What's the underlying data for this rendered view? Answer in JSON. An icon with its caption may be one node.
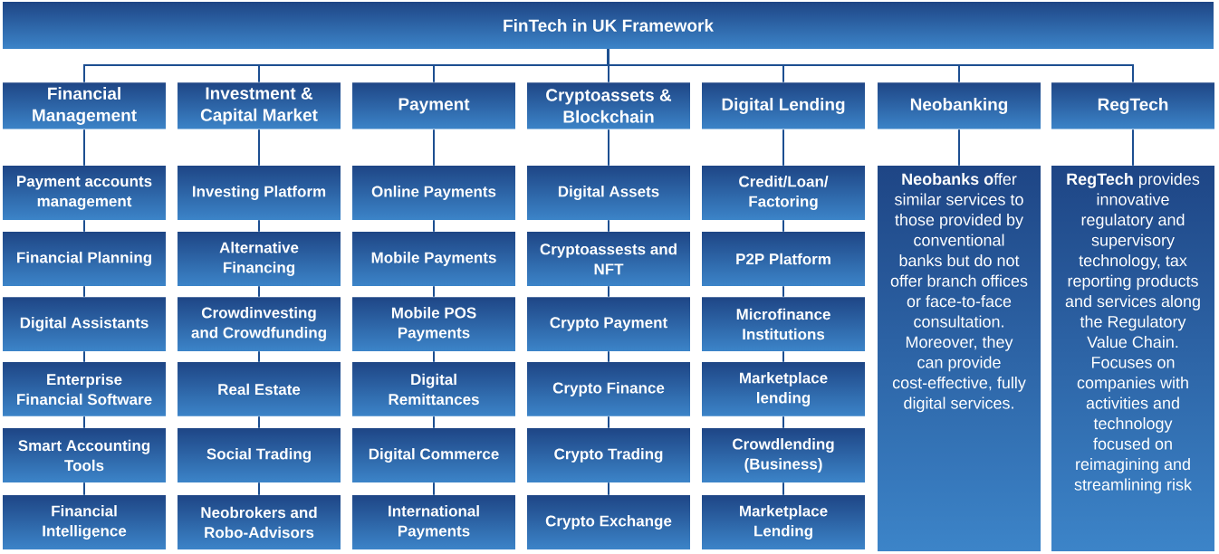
{
  "diagram": {
    "nodes": [
      {
        "text": [
          "FinTech in UK Framework"
        ]
      },
      {
        "text": [
          "Financial Management"
        ]
      },
      {
        "text": [
          "Investment & Capital Market"
        ]
      },
      {
        "text": [
          "Payment"
        ]
      },
      {
        "text": [
          "Cryptoassets & Blockchain"
        ]
      },
      {
        "text": [
          "Digital Lending"
        ]
      },
      {
        "text": [
          "Neobanking"
        ]
      },
      {
        "text": [
          "RegTech"
        ]
      },
      {
        "text": [
          "Payment accounts management"
        ]
      },
      {
        "text": [
          "Financial Planning"
        ]
      },
      {
        "text": [
          "Digital Assistants"
        ]
      },
      {
        "text": [
          "Enterprise Financial Software"
        ]
      },
      {
        "text": [
          "Smart Accounting Tools"
        ]
      },
      {
        "text": [
          "Financial Intelligence"
        ]
      },
      {
        "text": [
          "Investing Platform"
        ]
      },
      {
        "text": [
          "Alternative Financing"
        ]
      },
      {
        "text": [
          "Crowdinvesting and Crowdfunding"
        ]
      },
      {
        "text": [
          "Real Estate"
        ]
      },
      {
        "text": [
          "Social Trading"
        ]
      },
      {
        "text": [
          "Neobrokers and Robo-Advisors"
        ]
      },
      {
        "text": [
          "Online Payments"
        ]
      },
      {
        "text": [
          "Mobile Payments"
        ]
      },
      {
        "text": [
          "Mobile POS Payments"
        ]
      },
      {
        "text": [
          "Digital Remittances"
        ]
      },
      {
        "text": [
          "Digital Commerce"
        ]
      },
      {
        "text": [
          "International Payments"
        ]
      },
      {
        "text": [
          "Digital Assets"
        ]
      },
      {
        "text": [
          "Cryptoassests and NFT"
        ]
      },
      {
        "text": [
          "Crypto Payment"
        ]
      },
      {
        "text": [
          "Crypto Finance"
        ]
      },
      {
        "text": [
          "Crypto Trading"
        ]
      },
      {
        "text": [
          "Crypto Exchange"
        ]
      },
      {
        "text": [
          "Credit/Loan/ Factoring"
        ]
      },
      {
        "text": [
          "P2P Platform"
        ]
      },
      {
        "text": [
          "Microfinance Institutions"
        ]
      },
      {
        "text": [
          "Marketplace lending"
        ]
      },
      {
        "text": [
          "Crowdlending (Business)"
        ]
      },
      {
        "text": [
          "Marketplace Lending"
        ]
      },
      {
        "text": [
          "**Neobanks o**ffer similar services to those provided by conventional banks but do not offer branch offices or face-to-face consultation. Moreover, they can provide cost-effective, fully digital services."
        ]
      },
      {
        "text": [
          "**RegTech** provides innovative regulatory and supervisory technology, tax reporting products and services along the Regulatory Value Chain. Focuses on companies with activities and technology focused on reimagining and streamlining risk"
        ]
      }
    ],
    "edges": [
      {
        "from": 0,
        "to": 1,
        "arrow": "none"
      },
      {
        "from": 0,
        "to": 2,
        "arrow": "none"
      },
      {
        "from": 0,
        "to": 3,
        "arrow": "none"
      },
      {
        "from": 0,
        "to": 4,
        "arrow": "none"
      },
      {
        "from": 0,
        "to": 5,
        "arrow": "none"
      },
      {
        "from": 0,
        "to": 6,
        "arrow": "none"
      },
      {
        "from": 0,
        "to": 7,
        "arrow": "none"
      },
      {
        "from": 1,
        "to": 8,
        "arrow": "none"
      },
      {
        "from": 8,
        "to": 9,
        "arrow": "none"
      },
      {
        "from": 9,
        "to": 10,
        "arrow": "none"
      },
      {
        "from": 10,
        "to": 11,
        "arrow": "none"
      },
      {
        "from": 11,
        "to": 12,
        "arrow": "none"
      },
      {
        "from": 12,
        "to": 13,
        "arrow": "none"
      },
      {
        "from": 2,
        "to": 14,
        "arrow": "none"
      },
      {
        "from": 14,
        "to": 15,
        "arrow": "none"
      },
      {
        "from": 15,
        "to": 16,
        "arrow": "none"
      },
      {
        "from": 16,
        "to": 17,
        "arrow": "none"
      },
      {
        "from": 17,
        "to": 18,
        "arrow": "none"
      },
      {
        "from": 18,
        "to": 19,
        "arrow": "none"
      },
      {
        "from": 3,
        "to": 20,
        "arrow": "none"
      },
      {
        "from": 20,
        "to": 21,
        "arrow": "none"
      },
      {
        "from": 21,
        "to": 22,
        "arrow": "none"
      },
      {
        "from": 22,
        "to": 23,
        "arrow": "none"
      },
      {
        "from": 23,
        "to": 24,
        "arrow": "none"
      },
      {
        "from": 24,
        "to": 25,
        "arrow": "none"
      },
      {
        "from": 4,
        "to": 26,
        "arrow": "none"
      },
      {
        "from": 26,
        "to": 27,
        "arrow": "none"
      },
      {
        "from": 27,
        "to": 28,
        "arrow": "none"
      },
      {
        "from": 28,
        "to": 29,
        "arrow": "none"
      },
      {
        "from": 29,
        "to": 30,
        "arrow": "none"
      },
      {
        "from": 30,
        "to": 31,
        "arrow": "none"
      },
      {
        "from": 5,
        "to": 32,
        "arrow": "none"
      },
      {
        "from": 32,
        "to": 33,
        "arrow": "none"
      },
      {
        "from": 33,
        "to": 34,
        "arrow": "none"
      },
      {
        "from": 34,
        "to": 35,
        "arrow": "none"
      },
      {
        "from": 35,
        "to": 36,
        "arrow": "none"
      },
      {
        "from": 36,
        "to": 37,
        "arrow": "none"
      },
      {
        "from": 6,
        "to": 38,
        "arrow": "none"
      },
      {
        "from": 7,
        "to": 39,
        "arrow": "none"
      }
    ]
  }
}
